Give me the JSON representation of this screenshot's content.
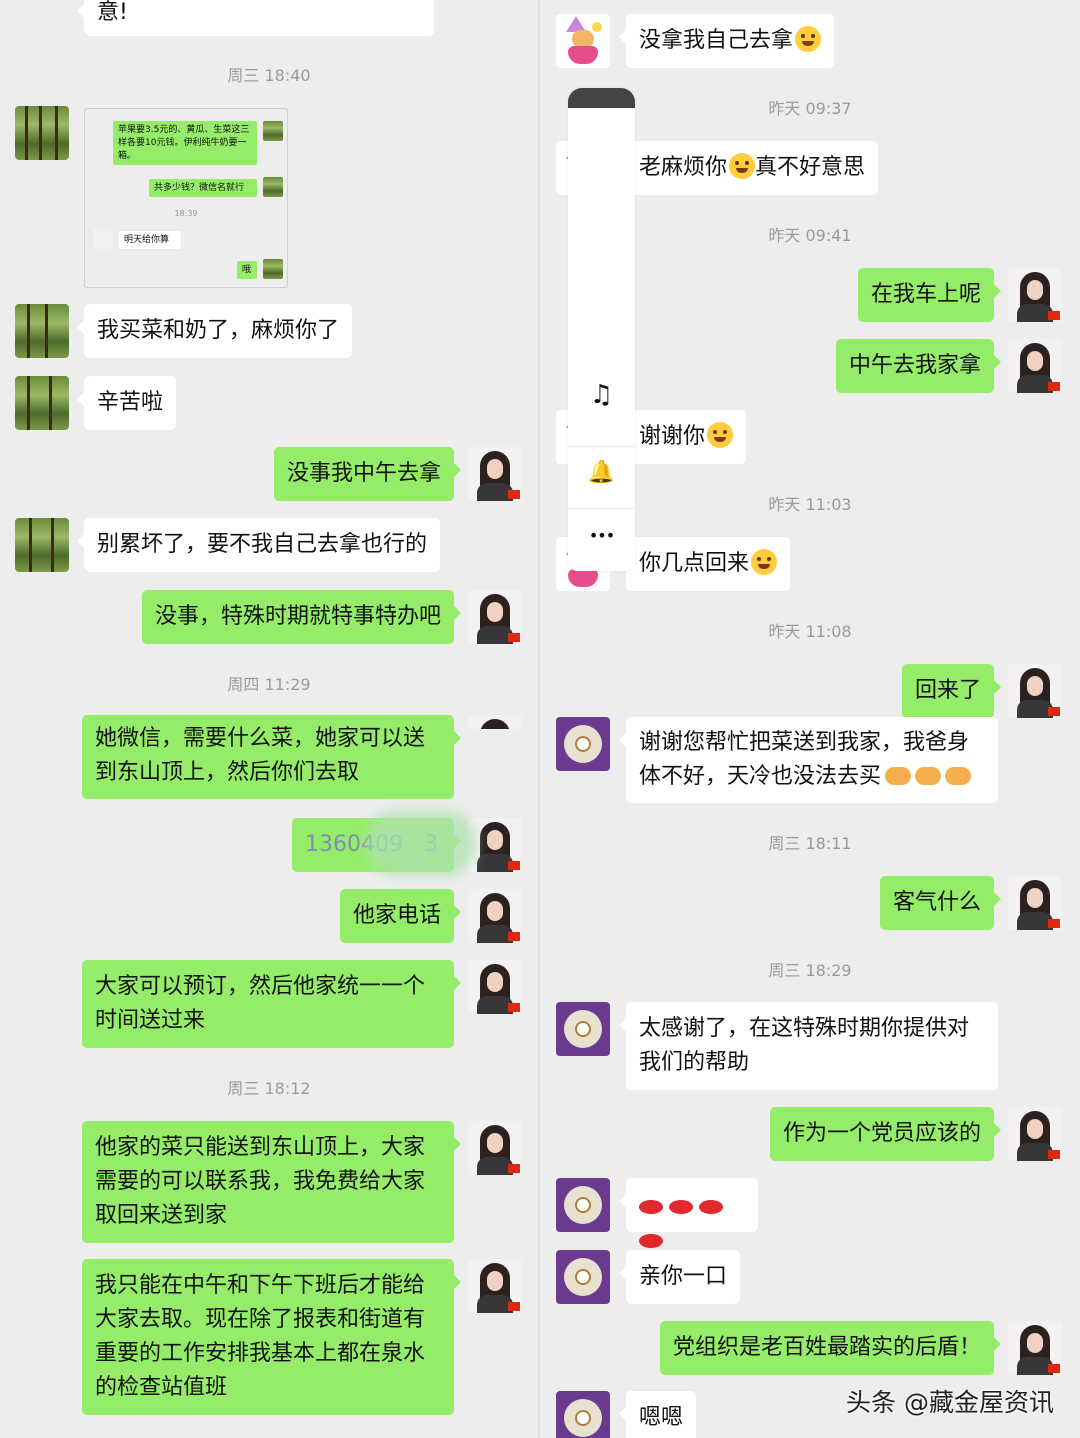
{
  "left": {
    "top_fragment": "意!",
    "time_1": "周三 18:40",
    "shot": {
      "bubble_1": "苹果要3.5元的、黄瓜、生菜这三样各要10元钱。伊利纯牛奶要一箱。",
      "bubble_2": "共多少钱？微信名就行",
      "time": "18:39",
      "bubble_3": "明天给你算",
      "bubble_4": "哦"
    },
    "msg_1": "我买菜和奶了，麻烦你了",
    "msg_2": "辛苦啦",
    "msg_3": "没事我中午去拿",
    "msg_4": "别累坏了，要不我自己去拿也行的",
    "msg_5": "没事，特殊时期就特事特办吧",
    "time_2": "周四 11:29",
    "msg_6": "她微信，需要什么菜，她家可以送到东山顶上，然后你们去取",
    "msg_7": "1360409",
    "msg_7_tail": "3",
    "msg_8": "他家电话",
    "msg_9": "大家可以预订，然后他家统一一个时间送过来",
    "time_3": "周三 18:12",
    "msg_10": "他家的菜只能送到东山顶上，大家需要的可以联系我，我免费给大家取回来送到家",
    "msg_11": "我只能在中午和下午下班后才能给大家去取。现在除了报表和街道有重要的工作安排我基本上都在泉水的检查站值班"
  },
  "right": {
    "msg_1": "没拿我自己去拿",
    "time_1": "昨天 09:37",
    "msg_2a": "老麻烦你",
    "msg_2b": "真不好意思",
    "time_2": "昨天 09:41",
    "msg_3": "在我车上呢",
    "msg_4": "中午去我家拿",
    "msg_5": "谢谢你",
    "time_3": "昨天 11:03",
    "msg_6": "你几点回来",
    "time_4": "昨天 11:08",
    "msg_7": "回来了",
    "msg_8": "谢谢您帮忙把菜送到我家，我爸身体不好，天冷也没法去买",
    "time_5": "周三 18:11",
    "msg_9": "客气什么",
    "time_6": "周三 18:29",
    "msg_10": "太感谢了，在这特殊时期你提供对我们的帮助",
    "msg_11": "作为一个党员应该的",
    "msg_13": "亲你一口",
    "msg_14": "党组织是老百姓最踏实的后盾！",
    "msg_15": "嗯嗯"
  },
  "panel": {
    "music_icon": "♫",
    "bell_icon": "🔔",
    "more_icon": "•••"
  },
  "watermark": "头条 @藏金屋资讯",
  "colors": {
    "outgoing_bubble": "#95ec69",
    "incoming_bubble": "#ffffff",
    "background": "#ededed",
    "timestamp": "#9a9a9a"
  }
}
